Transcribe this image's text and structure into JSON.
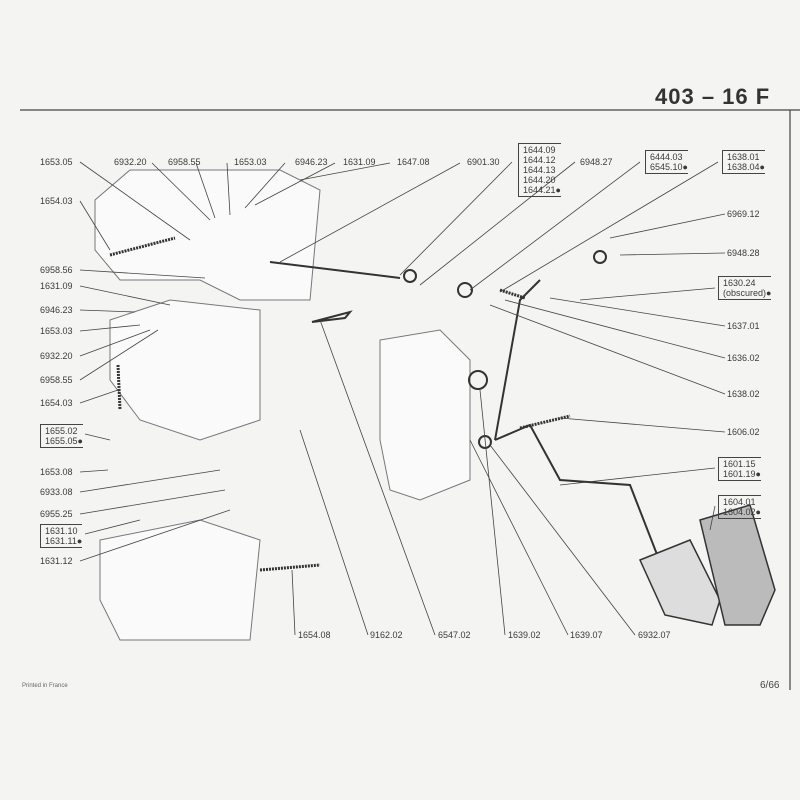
{
  "header": {
    "title": "403 – 16 F"
  },
  "footer": {
    "printed": "Printed in France",
    "page": "6/66"
  },
  "left_labels": [
    "1653.05",
    "1654.03",
    "6958.56",
    "1631.09",
    "6946.23",
    "1653.03",
    "6932.20",
    "6958.55",
    "1654.03",
    "1653.08",
    "6933.08",
    "6955.25",
    "1631.12"
  ],
  "left_groups": [
    [
      "1655.02",
      "1655.05●"
    ],
    [
      "1631.10",
      "1631.11●"
    ]
  ],
  "top_labels": [
    "6932.20",
    "6958.55",
    "1653.03",
    "6946.23",
    "1631.09",
    "1647.08",
    "6901.30",
    "6948.27"
  ],
  "top_groups": [
    [
      "1644.09",
      "1644.12",
      "1644.13",
      "1644.20",
      "1644.21●"
    ],
    [
      "6444.03",
      "6545.10●"
    ],
    [
      "1638.01",
      "1638.04●"
    ]
  ],
  "right_labels": [
    "6969.12",
    "6948.28",
    "1637.01",
    "1636.02",
    "1638.02",
    "1606.02"
  ],
  "right_groups": [
    [
      "1630.24",
      "(obscured)●"
    ],
    [
      "1601.15",
      "1601.19●"
    ],
    [
      "1604.01",
      "1604.02●"
    ]
  ],
  "bottom_labels": [
    "1654.08",
    "9162.02",
    "6547.02",
    "1639.02",
    "1639.07",
    "6932.07"
  ]
}
